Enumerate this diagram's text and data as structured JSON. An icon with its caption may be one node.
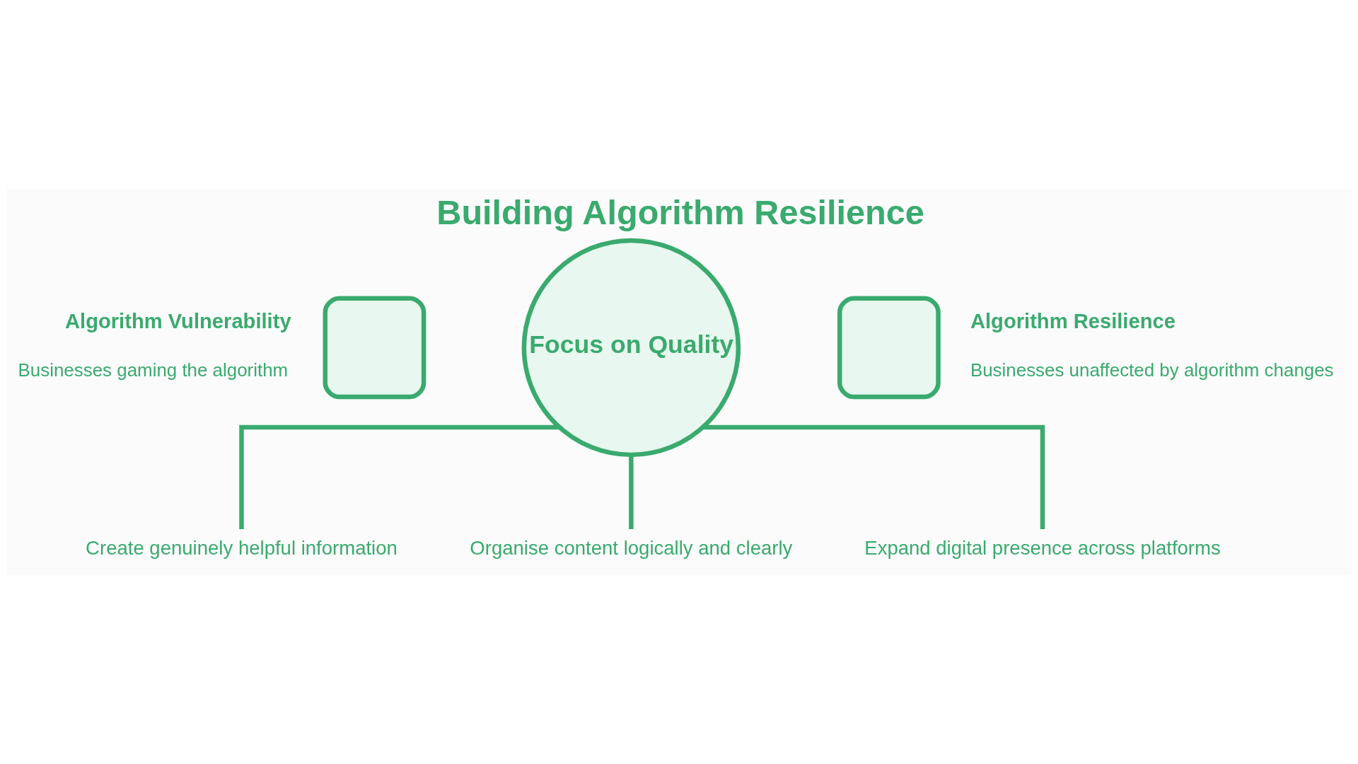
{
  "diagram": {
    "title": "Building Algorithm Resilience",
    "nodes": [
      {
        "text": [
          "Focus on Quality"
        ]
      },
      {
        "text": [
          "Algorithm Vulnerability",
          "Businesses gaming the algorithm"
        ]
      },
      {
        "text": [
          "Algorithm Resilience",
          "Businesses unaffected by algorithm changes"
        ]
      },
      {
        "text": [
          "Create genuinely helpful information"
        ]
      },
      {
        "text": [
          "Organise content logically and clearly"
        ]
      },
      {
        "text": [
          "Expand digital presence across platforms"
        ]
      }
    ],
    "edges": [
      {
        "from": 0,
        "to": 3,
        "arrow": "none"
      },
      {
        "from": 0,
        "to": 4,
        "arrow": "none"
      },
      {
        "from": 0,
        "to": 5,
        "arrow": "none"
      }
    ]
  }
}
